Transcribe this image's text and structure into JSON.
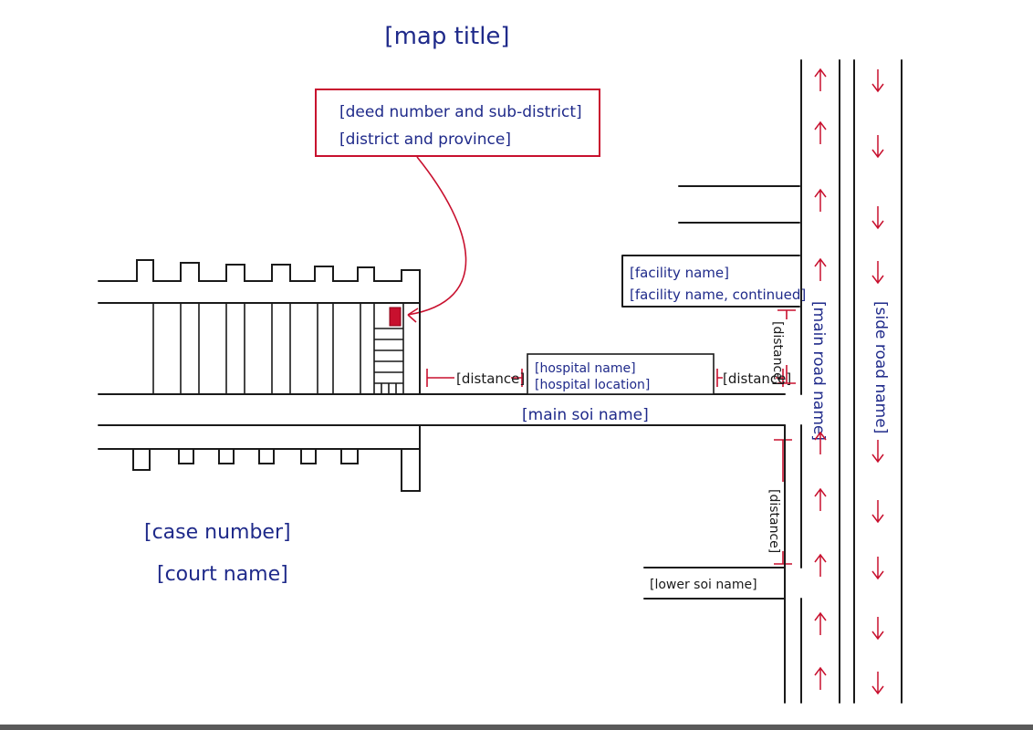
{
  "map": {
    "title": "[map title]",
    "deed_line_1": "[deed number and sub-district]",
    "deed_line_2": "[district and province]",
    "place_top": "[facility name]",
    "place_top_2": "[facility name, continued]",
    "place_mid": "[hospital name]",
    "place_mid_2": "[hospital location]",
    "soi_main": "[main soi name]",
    "soi_lower": "[lower soi name]",
    "main_road": "[main road name]",
    "side_road": "[side road name]",
    "dist_left": "[distance]",
    "dist_right": "[distance]",
    "dist_top": "[distance]",
    "dist_bottom": "[distance]",
    "case_line_1": "[case number]",
    "case_line_2": "[court name]"
  }
}
